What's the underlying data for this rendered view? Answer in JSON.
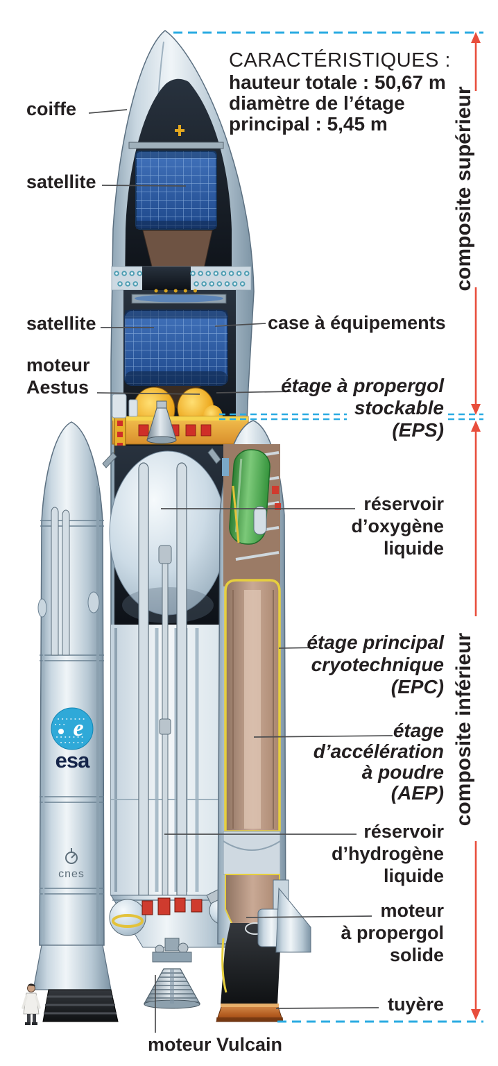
{
  "characteristics": {
    "heading": "CARACTÉRISTIQUES :",
    "height_line": "hauteur totale : 50,67 m",
    "diameter_line_1": "diamètre de l’étage",
    "diameter_line_2": "principal : 5,45 m"
  },
  "labels": {
    "coiffe": "coiffe",
    "satellite_top": "satellite",
    "satellite_bottom": "satellite",
    "moteur_aestus_1": "moteur",
    "moteur_aestus_2": "Aestus",
    "case_equipements": "case à équipements",
    "eps_1": "étage à propergol",
    "eps_2": "stockable",
    "eps_3": "(EPS)",
    "oxygene_1": "réservoir",
    "oxygene_2": "d’oxygène",
    "oxygene_3": "liquide",
    "epc_1": "étage principal",
    "epc_2": "cryotechnique",
    "epc_3": "(EPC)",
    "aep_1": "étage",
    "aep_2": "d’accélération",
    "aep_3": "à poudre",
    "aep_4": "(AEP)",
    "hydrogene_1": "réservoir",
    "hydrogene_2": "d’hydrogène",
    "hydrogene_3": "liquide",
    "solide_1": "moteur",
    "solide_2": "à propergol",
    "solide_3": "solide",
    "tuyere": "tuyère",
    "moteur_vulcain": "moteur Vulcain"
  },
  "side_markers": {
    "composite_superieur": "composite supérieur",
    "composite_inferieur": "composite inférieur"
  },
  "logos": {
    "esa": "esa",
    "esa_symbol": "e",
    "cnes": "cnes"
  },
  "colors": {
    "dash_cyan": "#2aabe2",
    "arrow_red": "#e84e3c",
    "text": "#231f20",
    "leader_grey": "#4d4e50",
    "satellite_blue": "#2d5fa6",
    "esa_blue": "#2fa9d8",
    "propellant_brown": "#b29180",
    "tank_yellow": "#f2b32c",
    "deck_orange": "#e09a35",
    "detail_red": "#cf3b2e",
    "booster_green": "#35933c",
    "nozzle_orange": "#c2642a",
    "hull_grey": "#c9d7e1"
  }
}
